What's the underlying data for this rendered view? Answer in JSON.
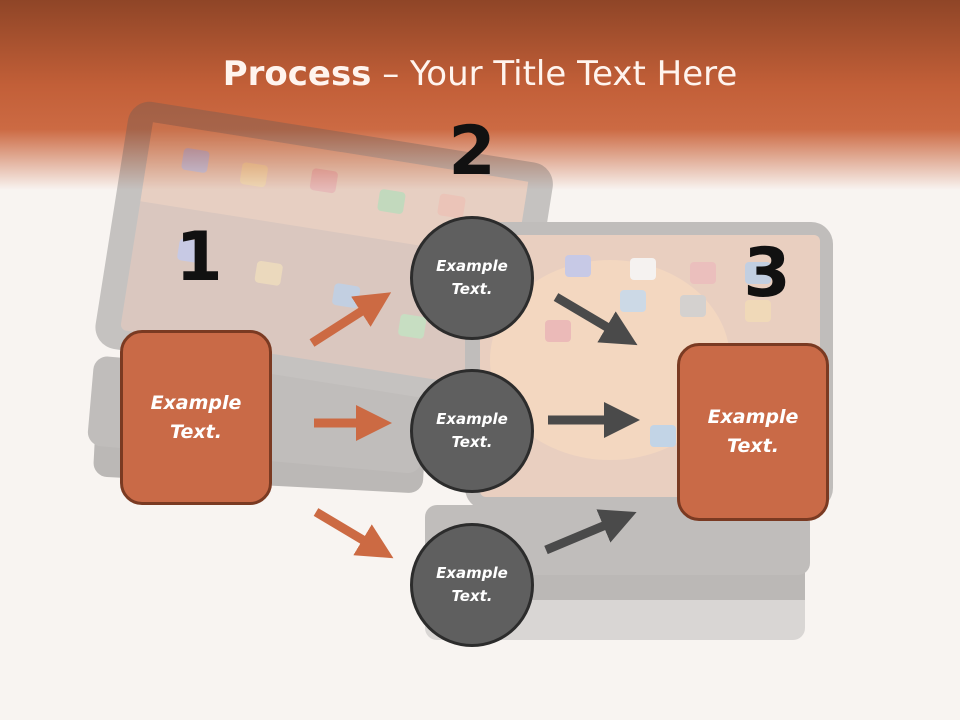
{
  "slide": {
    "title_bold": "Process",
    "title_rest": " – Your Title Text Here"
  },
  "steps": {
    "one": "1",
    "two": "2",
    "three": "3"
  },
  "left_box": {
    "text": "Example\nText."
  },
  "right_box": {
    "text": "Example\nText."
  },
  "circles": [
    {
      "text": "Example\nText."
    },
    {
      "text": "Example\nText."
    },
    {
      "text": "Example\nText."
    }
  ],
  "colors": {
    "accent_orange": "#c96a47",
    "accent_border": "#7a3a22",
    "circle_fill": "#5f5f5f",
    "arrow_orange": "#cc6a43",
    "arrow_gray": "#4a4a4a"
  }
}
